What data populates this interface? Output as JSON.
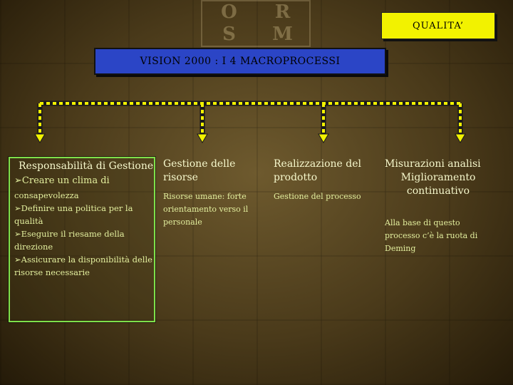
{
  "header": {
    "topic": "QUALITA’",
    "title": "VISION 2000 : I 4 MACROPROCESSI"
  },
  "seal": {
    "letters": [
      "O",
      "R",
      "S",
      "M"
    ]
  },
  "columns": [
    {
      "heading": "Responsabilità di Gestione",
      "bullets": [
        {
          "arrow": "➢",
          "text": "Creare un clima di",
          "cont": "consapevolezza"
        },
        {
          "arrow": "➢",
          "text": "Definire una politica per la",
          "cont": "qualità"
        },
        {
          "arrow": "➢",
          "text": "Eseguire il riesame della",
          "cont": "direzione"
        },
        {
          "arrow": "➢",
          "text": "Assicurare la disponibilità delle",
          "cont": "risorse necessarie"
        }
      ]
    },
    {
      "heading_line1": "Gestione delle",
      "heading_line2": "risorse",
      "body": [
        "Risorse umane: forte",
        "orientamento verso il",
        "personale"
      ]
    },
    {
      "heading_line1": "Realizzazione del",
      "heading_line2": "prodotto",
      "body": [
        "Gestione del processo"
      ]
    },
    {
      "heading_line1": "Misurazioni analisi",
      "heading_line2": "Miglioramento",
      "heading_line3": "continuativo",
      "body": [
        "Alla base di questo",
        "processo c’è la ruota di",
        "Deming"
      ]
    }
  ],
  "colors": {
    "topic_bg": "#f2f200",
    "title_bg": "#2b45c6",
    "connector": "#f2f200",
    "box_border": "#7fe04a"
  }
}
